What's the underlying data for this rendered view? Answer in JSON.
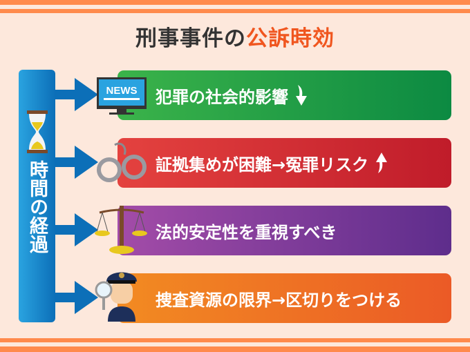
{
  "title": {
    "part1": "刑事事件の",
    "part2": "公訴時効"
  },
  "timeline": {
    "label": "時間の経過",
    "icon": "hourglass-icon"
  },
  "items": [
    {
      "text": "犯罪の社会的影響",
      "trend": "down",
      "icon": "news-monitor-icon",
      "color": "#1fa045"
    },
    {
      "text": "証拠集めが困難→冤罪リスク",
      "trend": "up",
      "icon": "handcuffs-icon",
      "color": "#d42e35"
    },
    {
      "text": "法的安定性を重視すべき",
      "trend": "",
      "icon": "scales-icon",
      "color": "#7f3b9b"
    },
    {
      "text": "捜査資源の限界→区切りをつける",
      "trend": "",
      "icon": "police-officer-icon",
      "color": "#ef7424"
    }
  ],
  "news_label": "NEWS"
}
